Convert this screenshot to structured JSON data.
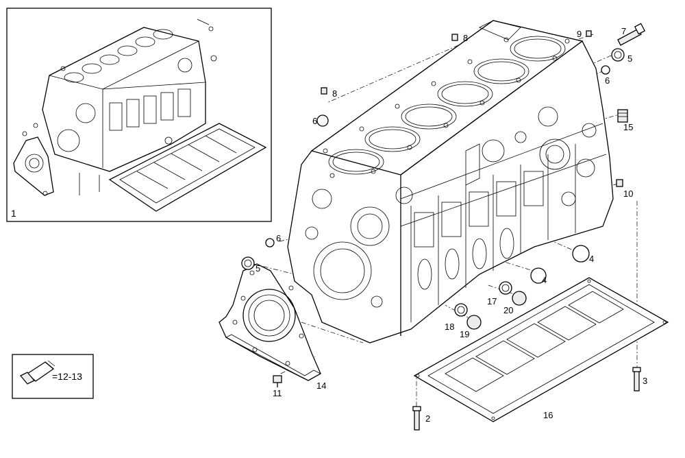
{
  "inset": {
    "label": "1"
  },
  "callouts": [
    {
      "id": "c7",
      "text": "7"
    },
    {
      "id": "c9",
      "text": "9"
    },
    {
      "id": "c8a",
      "text": "8"
    },
    {
      "id": "c5a",
      "text": "5"
    },
    {
      "id": "c6a",
      "text": "6"
    },
    {
      "id": "c8b",
      "text": "8"
    },
    {
      "id": "c6b",
      "text": "6"
    },
    {
      "id": "c15",
      "text": "15"
    },
    {
      "id": "c10",
      "text": "10"
    },
    {
      "id": "c6c",
      "text": "6"
    },
    {
      "id": "c5b",
      "text": "5"
    },
    {
      "id": "c4a",
      "text": "4"
    },
    {
      "id": "c4b",
      "text": "4"
    },
    {
      "id": "c17",
      "text": "17"
    },
    {
      "id": "c20",
      "text": "20"
    },
    {
      "id": "c18",
      "text": "18"
    },
    {
      "id": "c19",
      "text": "19"
    },
    {
      "id": "c14",
      "text": "14"
    },
    {
      "id": "c11",
      "text": "11"
    },
    {
      "id": "c3",
      "text": "3"
    },
    {
      "id": "c2",
      "text": "2"
    },
    {
      "id": "c16",
      "text": "16"
    }
  ],
  "sealant_box": {
    "label": "=12-13"
  },
  "icons": {
    "sealant": "sealant-tube-icon"
  }
}
